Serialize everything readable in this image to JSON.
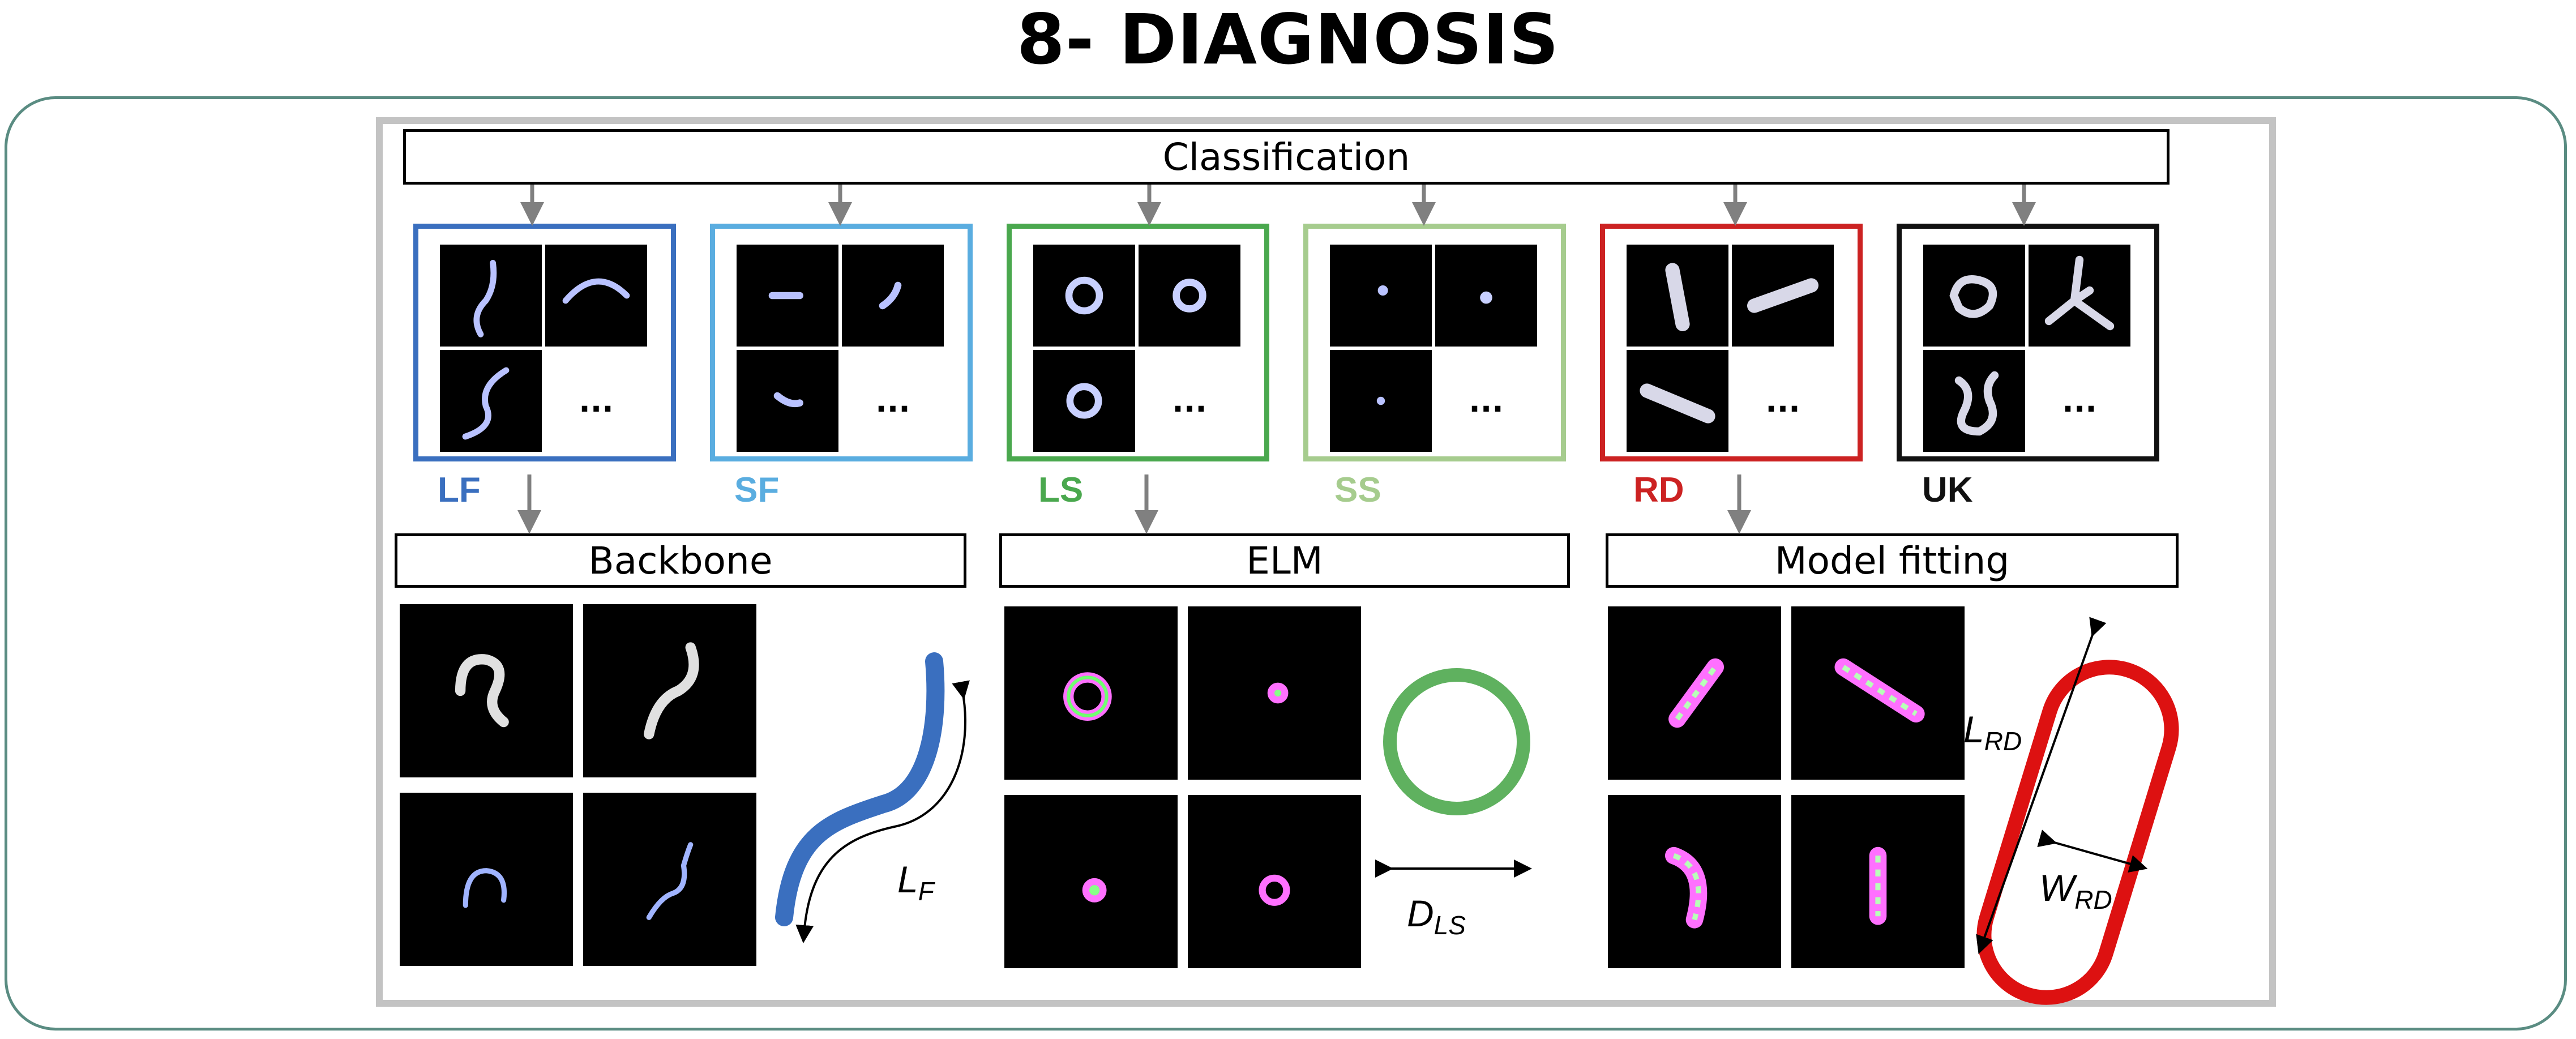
{
  "title": "8- DIAGNOSIS",
  "classification_label": "Classification",
  "panels": [
    {
      "label": "LF",
      "color": "#3a6fbf"
    },
    {
      "label": "SF",
      "color": "#5aade0"
    },
    {
      "label": "LS",
      "color": "#4aa84e"
    },
    {
      "label": "SS",
      "color": "#a6cc8e"
    },
    {
      "label": "RD",
      "color": "#cc2222"
    },
    {
      "label": "UK",
      "color": "#111111"
    }
  ],
  "ellipsis": "...",
  "methods": [
    {
      "label": "Backbone"
    },
    {
      "label": "ELM"
    },
    {
      "label": "Model fitting"
    }
  ],
  "measures": {
    "lf": {
      "main": "L",
      "sub": "F"
    },
    "ls": {
      "main": "D",
      "sub": "LS"
    },
    "lrd": {
      "main": "L",
      "sub": "RD"
    },
    "wrd": {
      "main": "W",
      "sub": "RD"
    }
  },
  "colors": {
    "frame": "#5a8c82",
    "inner_border": "#c3c3c3",
    "arrow": "#808080",
    "backbone": "#3a6fbf",
    "ring": "#4aa84e",
    "capsule": "#dd1111"
  }
}
